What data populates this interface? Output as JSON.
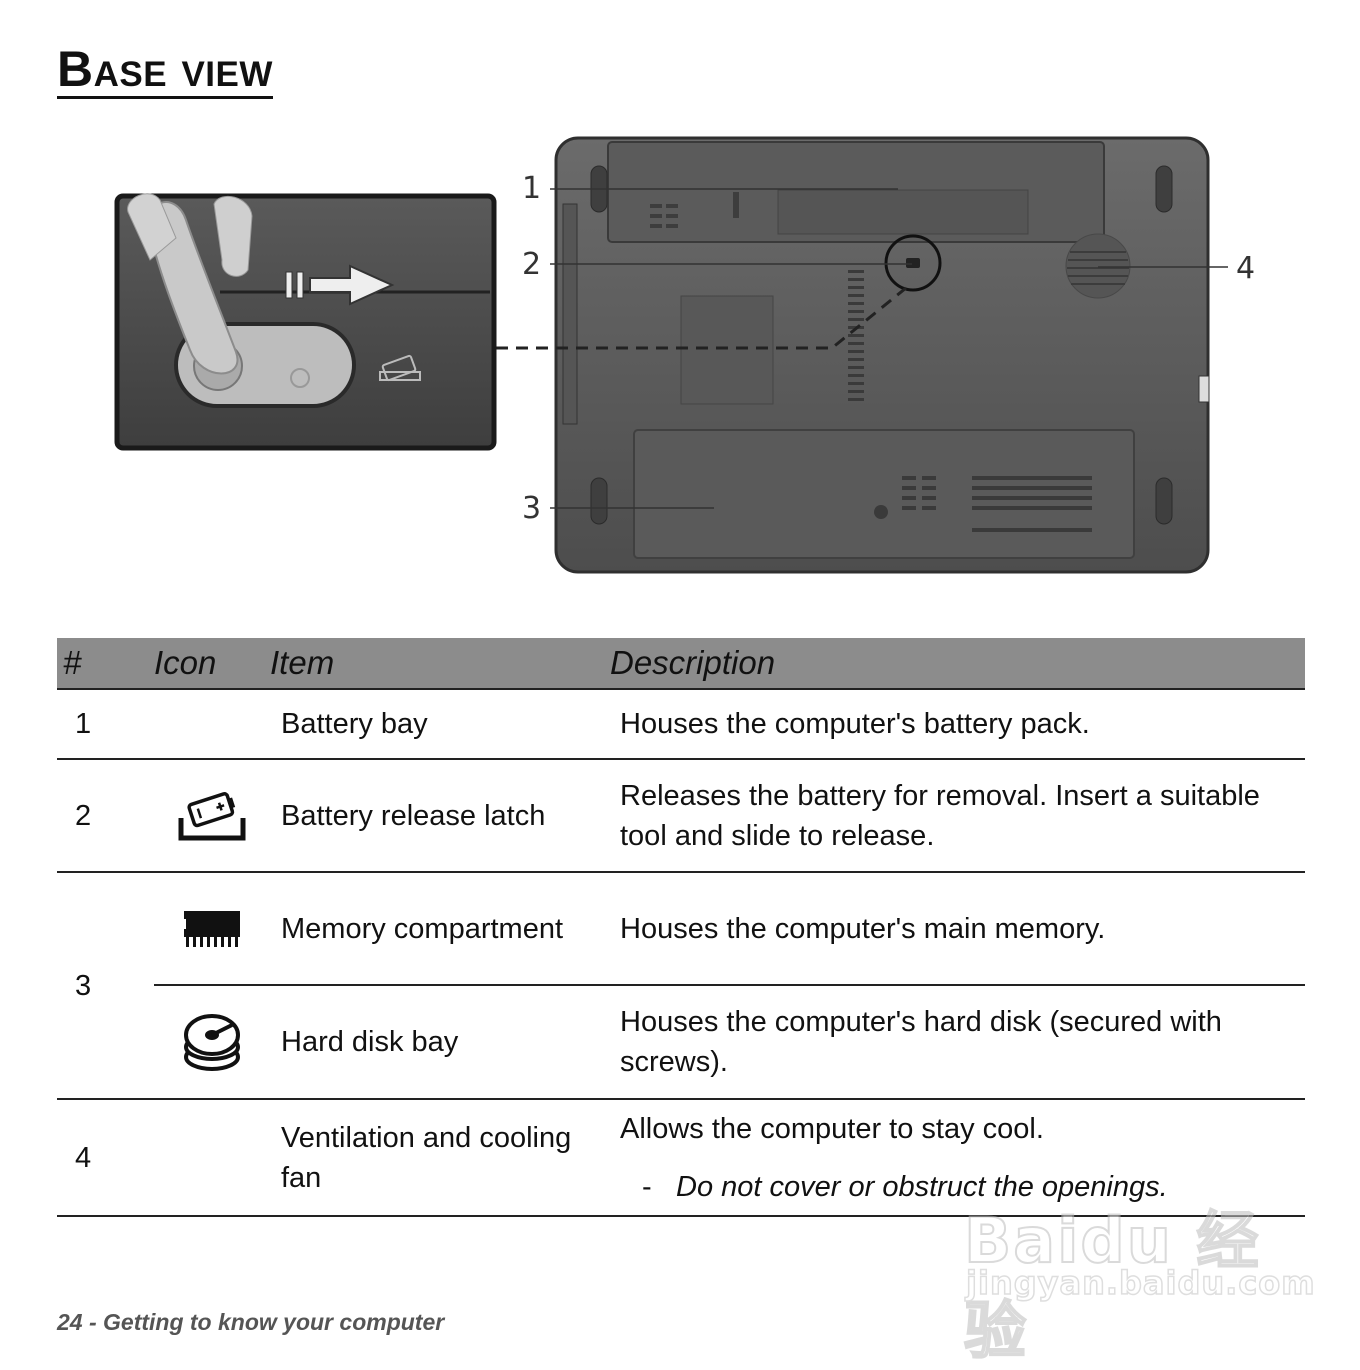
{
  "title": "Base view",
  "figure": {
    "callouts": [
      "1",
      "2",
      "3",
      "4"
    ]
  },
  "table": {
    "headers": {
      "num": "#",
      "icon": "Icon",
      "item": "Item",
      "description": "Description"
    },
    "rows": [
      {
        "num": "1",
        "icon": "",
        "item": "Battery bay",
        "description": "Houses the computer's battery pack."
      },
      {
        "num": "2",
        "icon": "battery-release-icon",
        "item": "Battery release latch",
        "description": "Releases the battery for removal. Insert a suitable tool and slide to release."
      },
      {
        "num": "3",
        "icon": "memory-icon",
        "item": "Memory compartment",
        "description": "Houses the computer's main memory."
      },
      {
        "num": "",
        "icon": "hard-disk-icon",
        "item": "Hard disk bay",
        "description": "Houses the computer's hard disk (secured with screws)."
      },
      {
        "num": "4",
        "icon": "",
        "item": "Ventilation and cooling fan",
        "description": "Allows the computer to stay cool.",
        "note_dash": "-",
        "note": "Do not cover or obstruct the openings."
      }
    ]
  },
  "footer": "24 - Getting to know your computer",
  "watermark": {
    "main": "Baidu 经验",
    "sub": "jingyan.baidu.com"
  }
}
